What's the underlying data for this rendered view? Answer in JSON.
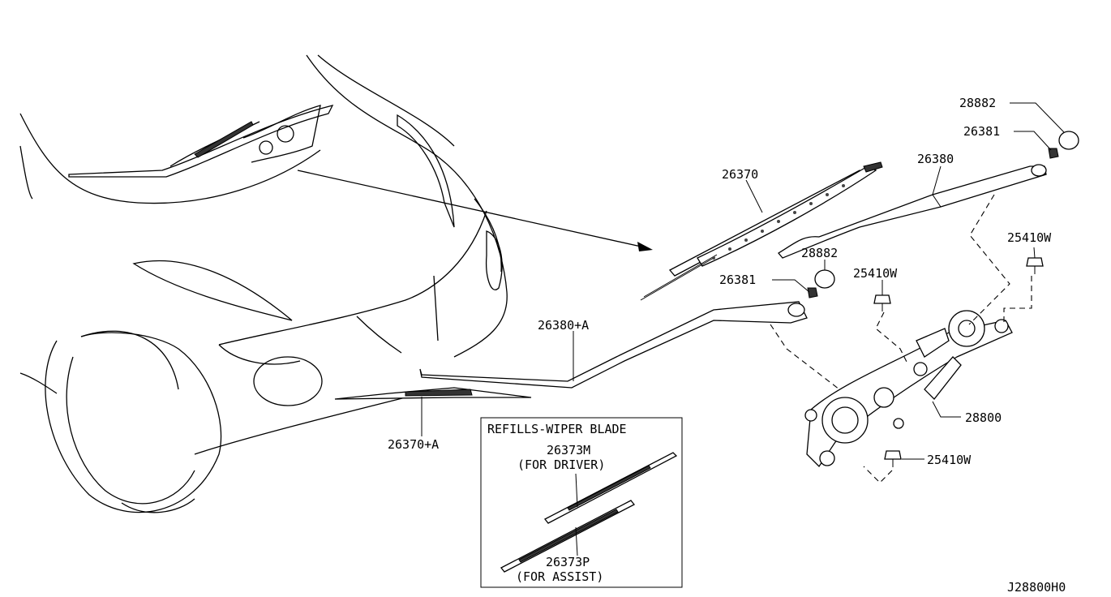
{
  "labels": {
    "p28882_top": "28882",
    "p26381_top": "26381",
    "p26380": "26380",
    "p26370": "26370",
    "p25410w_right": "25410W",
    "p28882_mid": "28882",
    "p25410w_mid": "25410W",
    "p26381_mid": "26381",
    "p26380a": "26380+A",
    "p26370a": "26370+A",
    "p28800": "28800",
    "p25410w_low": "25410W"
  },
  "refills_box": {
    "title": "REFILLS-WIPER BLADE",
    "driver_part": "26373M",
    "driver_note": "(FOR DRIVER)",
    "assist_part": "26373P",
    "assist_note": "(FOR ASSIST)"
  },
  "diagram_code": "J28800H0"
}
